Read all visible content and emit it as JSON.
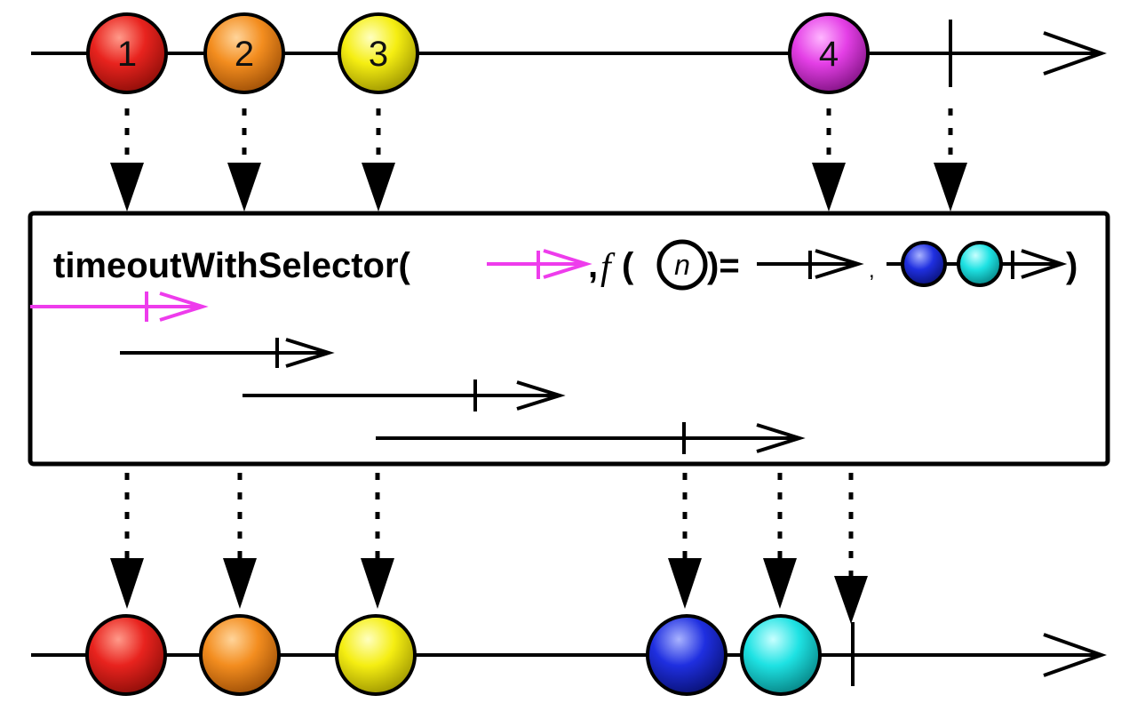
{
  "operator": {
    "name": "timeoutWithSelector(",
    "comma": ",",
    "func": "f",
    "open_paren": "(",
    "param": "n",
    "close_eq": ")=",
    "small_comma": ",",
    "close": ")"
  },
  "source": {
    "marbles": [
      {
        "label": "1",
        "color": "#e8231e"
      },
      {
        "label": "2",
        "color": "#f38d1f"
      },
      {
        "label": "3",
        "color": "#f5ee12"
      },
      {
        "label": "4",
        "color": "#e43fe6"
      }
    ]
  },
  "fallback": {
    "marbles": [
      {
        "color": "#1f2fe0"
      },
      {
        "color": "#1ee2e3"
      }
    ]
  },
  "result": {
    "marbles": [
      {
        "color": "#e8231e"
      },
      {
        "color": "#f38d1f"
      },
      {
        "color": "#f5ee12"
      },
      {
        "color": "#1f2fe0"
      },
      {
        "color": "#1ee2e3"
      }
    ]
  },
  "colors": {
    "timeout_stream": "#ee3cec",
    "line": "#000000",
    "box_border": "#000000"
  }
}
